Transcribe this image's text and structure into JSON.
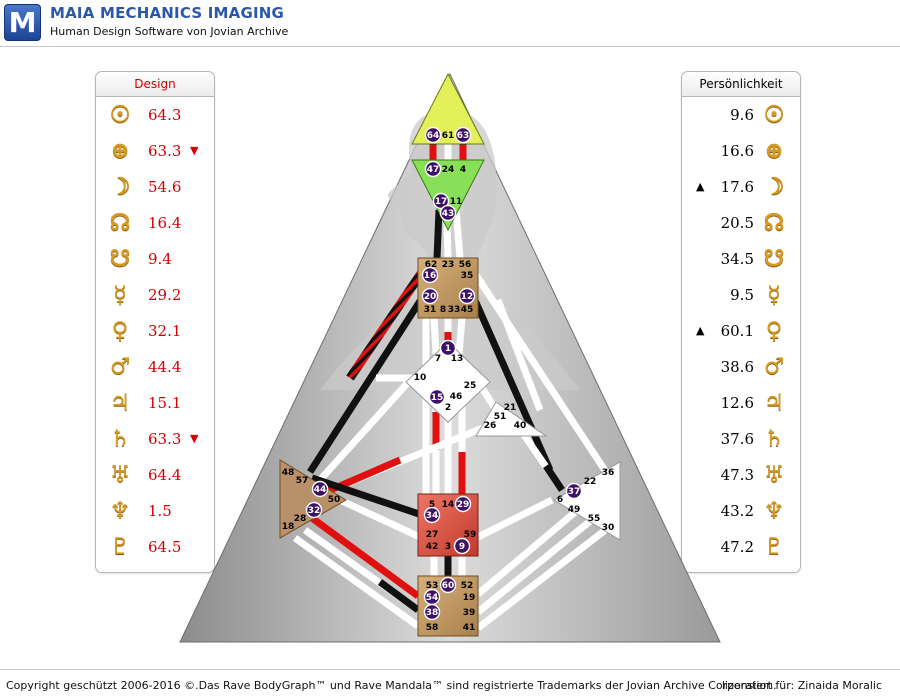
{
  "header": {
    "logo_letter": "M",
    "title": "MAIA MECHANICS IMAGING",
    "subtitle": "Human Design Software von Jovian Archive"
  },
  "design": {
    "title": "Design",
    "rows": [
      {
        "icon": "sun-icon",
        "glyph": "☉",
        "value": "64.3",
        "arrow": ""
      },
      {
        "icon": "earth-icon",
        "glyph": "⊕",
        "value": "63.3",
        "arrow": "▼"
      },
      {
        "icon": "moon-icon",
        "glyph": "☽",
        "value": "54.6",
        "arrow": ""
      },
      {
        "icon": "north-node-icon",
        "glyph": "☊",
        "value": "16.4",
        "arrow": ""
      },
      {
        "icon": "south-node-icon",
        "glyph": "☋",
        "value": "9.4",
        "arrow": ""
      },
      {
        "icon": "mercury-icon",
        "glyph": "☿",
        "value": "29.2",
        "arrow": ""
      },
      {
        "icon": "venus-icon",
        "glyph": "♀",
        "value": "32.1",
        "arrow": ""
      },
      {
        "icon": "mars-icon",
        "glyph": "♂",
        "value": "44.4",
        "arrow": ""
      },
      {
        "icon": "jupiter-icon",
        "glyph": "♃",
        "value": "15.1",
        "arrow": ""
      },
      {
        "icon": "saturn-icon",
        "glyph": "♄",
        "value": "63.3",
        "arrow": "▼"
      },
      {
        "icon": "uranus-icon",
        "glyph": "♅",
        "value": "64.4",
        "arrow": ""
      },
      {
        "icon": "neptune-icon",
        "glyph": "♆",
        "value": "1.5",
        "arrow": ""
      },
      {
        "icon": "pluto-icon",
        "glyph": "♇",
        "value": "64.5",
        "arrow": ""
      }
    ]
  },
  "personality": {
    "title": "Persönlichkeit",
    "rows": [
      {
        "icon": "sun-icon",
        "glyph": "☉",
        "value": "9.6",
        "arrow": ""
      },
      {
        "icon": "earth-icon",
        "glyph": "⊕",
        "value": "16.6",
        "arrow": ""
      },
      {
        "icon": "moon-icon",
        "glyph": "☽",
        "value": "17.6",
        "arrow": "▲"
      },
      {
        "icon": "north-node-icon",
        "glyph": "☊",
        "value": "20.5",
        "arrow": ""
      },
      {
        "icon": "south-node-icon",
        "glyph": "☋",
        "value": "34.5",
        "arrow": ""
      },
      {
        "icon": "mercury-icon",
        "glyph": "☿",
        "value": "9.5",
        "arrow": ""
      },
      {
        "icon": "venus-icon",
        "glyph": "♀",
        "value": "60.1",
        "arrow": "▲"
      },
      {
        "icon": "mars-icon",
        "glyph": "♂",
        "value": "38.6",
        "arrow": ""
      },
      {
        "icon": "jupiter-icon",
        "glyph": "♃",
        "value": "12.6",
        "arrow": ""
      },
      {
        "icon": "saturn-icon",
        "glyph": "♄",
        "value": "37.6",
        "arrow": ""
      },
      {
        "icon": "uranus-icon",
        "glyph": "♅",
        "value": "47.3",
        "arrow": ""
      },
      {
        "icon": "neptune-icon",
        "glyph": "♆",
        "value": "43.2",
        "arrow": ""
      },
      {
        "icon": "pluto-icon",
        "glyph": "♇",
        "value": "47.2",
        "arrow": ""
      }
    ]
  },
  "bodygraph": {
    "colors": {
      "design": "#e01010",
      "personality": "#111111",
      "inactive": "#ffffff",
      "head": "#e3f05a",
      "ajna": "#88e05a",
      "throat": "#c5a06c",
      "g": "#ffffff",
      "sacral": "#d9564a",
      "root": "#c5a06c",
      "spleen": "#b8916a",
      "solar": "#ffffff",
      "ego": "#ffffff",
      "active_gate": "#3e1165"
    },
    "active_gates": [
      "64",
      "63",
      "47",
      "17",
      "43",
      "16",
      "20",
      "12",
      "1",
      "15",
      "44",
      "32",
      "34",
      "29",
      "9",
      "37",
      "54",
      "60",
      "38"
    ],
    "gates": {
      "head": [
        "64",
        "61",
        "63"
      ],
      "ajna": [
        "47",
        "24",
        "4",
        "17",
        "11",
        "43"
      ],
      "throat": [
        "62",
        "23",
        "56",
        "16",
        "35",
        "20",
        "12",
        "31",
        "8",
        "33",
        "45"
      ],
      "g": [
        "1",
        "7",
        "13",
        "10",
        "25",
        "15",
        "46",
        "2"
      ],
      "ego": [
        "21",
        "51",
        "26",
        "40"
      ],
      "spleen": [
        "48",
        "57",
        "44",
        "50",
        "32",
        "28",
        "18"
      ],
      "sacral": [
        "5",
        "14",
        "29",
        "34",
        "27",
        "42",
        "3",
        "9",
        "59"
      ],
      "solar": [
        "36",
        "22",
        "37",
        "6",
        "49",
        "55",
        "30"
      ],
      "root": [
        "53",
        "60",
        "52",
        "54",
        "19",
        "38",
        "39",
        "58",
        "41"
      ]
    }
  },
  "footer": {
    "copyright": "Copyright geschützt 2006-2016 ©.Das Rave BodyGraph™ und Rave Mandala™ sind registrierte Trademarks der Jovian Archive Corporation.",
    "license": "lizensiert für: Zinaida Moralic"
  }
}
